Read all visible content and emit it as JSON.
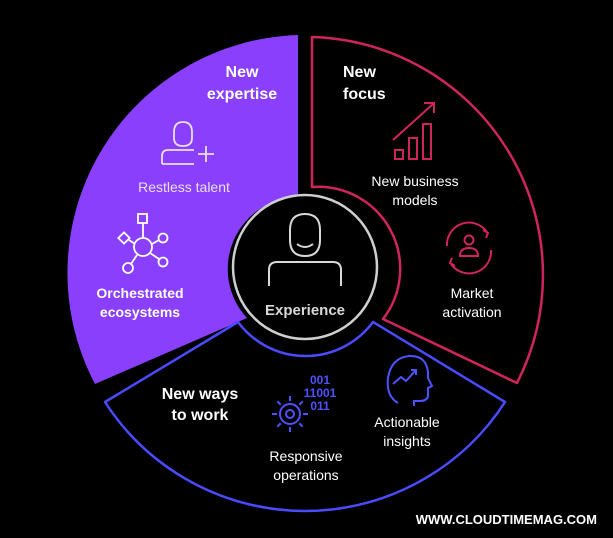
{
  "colors": {
    "background": "#000000",
    "expertise_fill": "#8a3ffc",
    "focus_stroke": "#d0245e",
    "work_stroke": "#4a4aff",
    "center_stroke": "#cfcfcf"
  },
  "center": {
    "label": "Experience",
    "icon": "user-icon"
  },
  "segments": {
    "expertise": {
      "title_line1": "New",
      "title_line2": "expertise",
      "items": [
        {
          "label_line1": "Restless talent",
          "label_line2": "",
          "icon": "add-user-icon"
        },
        {
          "label_line1": "Orchestrated",
          "label_line2": "ecosystems",
          "icon": "network-icon"
        }
      ]
    },
    "focus": {
      "title_line1": "New",
      "title_line2": "focus",
      "items": [
        {
          "label_line1": "New business",
          "label_line2": "models",
          "icon": "growth-chart-icon"
        },
        {
          "label_line1": "Market",
          "label_line2": "activation",
          "icon": "market-target-icon"
        }
      ]
    },
    "work": {
      "title_line1": "New ways",
      "title_line2": "to work",
      "items": [
        {
          "label_line1": "Responsive",
          "label_line2": "operations",
          "icon": "gear-binary-icon",
          "bits": [
            "001",
            "11001",
            "011"
          ]
        },
        {
          "label_line1": "Actionable",
          "label_line2": "insights",
          "icon": "head-insight-icon"
        }
      ]
    }
  },
  "watermark": "WWW.CLOUDTIMEMAG.COM"
}
